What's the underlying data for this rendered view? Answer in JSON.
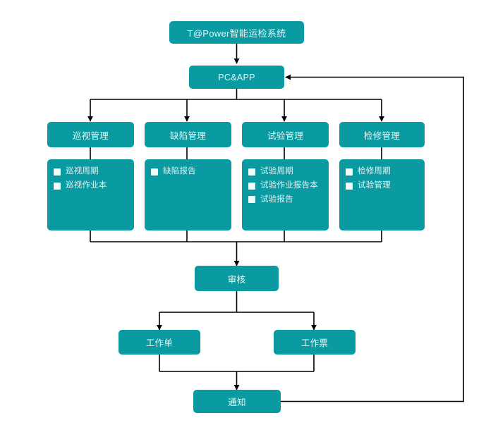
{
  "diagram": {
    "title": "T@Power智能运检系统",
    "theme": {
      "node_fill": "#0a9aa2",
      "node_text": "#e9f5f6",
      "checkbox_fill": "#f2fafa",
      "line_color": "#000000",
      "background": "#ffffff"
    },
    "nodes": {
      "root": "T@Power智能运检系统",
      "platform": "PC&APP",
      "review": "审核",
      "work_order": "工作单",
      "work_ticket": "工作票",
      "notice": "通知"
    },
    "columns": [
      {
        "header": "巡视管理",
        "items": [
          "巡视周期",
          "巡视作业本"
        ]
      },
      {
        "header": "缺陷管理",
        "items": [
          "缺陷报告"
        ]
      },
      {
        "header": "试验管理",
        "items": [
          "试验周期",
          "试验作业报告本",
          "试验报告"
        ]
      },
      {
        "header": "检修管理",
        "items": [
          "检修周期",
          "试验管理"
        ]
      }
    ]
  }
}
